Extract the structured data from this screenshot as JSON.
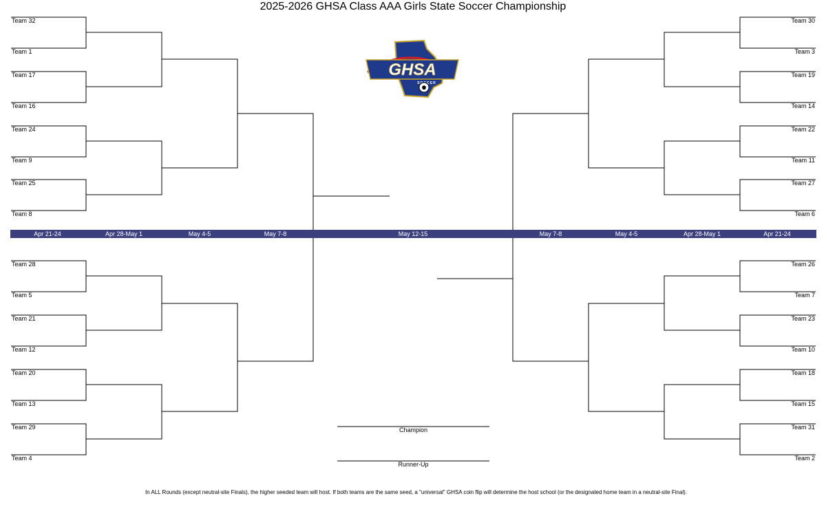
{
  "title": "2025-2026 GHSA Class AAA Girls State Soccer Championship",
  "logo": {
    "text": "GHSA",
    "subtext": "SOCCER"
  },
  "left_top": [
    "Team 32",
    "Team 1",
    "Team 17",
    "Team 16",
    "Team 24",
    "Team 9",
    "Team 25",
    "Team 8"
  ],
  "left_bottom": [
    "Team 28",
    "Team 5",
    "Team 21",
    "Team 12",
    "Team 20",
    "Team 13",
    "Team 29",
    "Team 4"
  ],
  "right_top": [
    "Team 30",
    "Team 3",
    "Team 19",
    "Team 14",
    "Team 22",
    "Team 11",
    "Team 27",
    "Team 6"
  ],
  "right_bottom": [
    "Team 26",
    "Team 7",
    "Team 23",
    "Team 10",
    "Team 18",
    "Team 15",
    "Team 31",
    "Team 2"
  ],
  "dates": [
    "Apr 21-24",
    "Apr 28-May 1",
    "May 4-5",
    "May 7-8",
    "May 12-15",
    "May 7-8",
    "May 4-5",
    "Apr 28-May 1",
    "Apr 21-24"
  ],
  "champion_label": "Champion",
  "runner_up_label": "Runner-Up",
  "footnote": "In ALL Rounds (except neutral-site Finals), the higher seeded team will host. If both teams are the same seed, a \"universal\" GHSA coin flip will determine the host school (or the designated home team in a neutral-site Final).",
  "colors": {
    "date_bar": "#3b3f7e",
    "logo_blue": "#1f3a8a",
    "logo_red": "#d0202a",
    "logo_gold": "#c9a227"
  }
}
